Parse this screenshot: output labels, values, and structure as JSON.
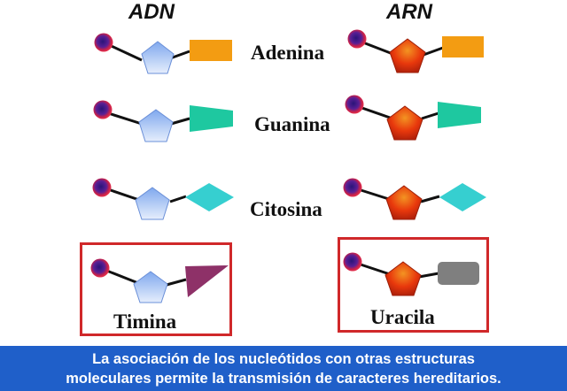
{
  "columns": {
    "dna": "ADN",
    "rna": "ARN"
  },
  "bases": {
    "adenine": "Adenina",
    "guanine": "Guanina",
    "cytosine": "Citosina",
    "thymine": "Timina",
    "uracil": "Uracila"
  },
  "caption": {
    "line1": "La asociación de los nucleótidos con otras estructuras",
    "line2": "moleculares permite la transmisión de caracteres hereditarios."
  },
  "colors": {
    "deoxyribose": "#a9c6f2",
    "ribose": "#e8380c",
    "phosphate": "#4b1a8e",
    "phosphate_ring": "#d4264a",
    "adenine": "#f39c12",
    "guanine": "#1ec8a0",
    "cytosine": "#36cfd0",
    "thymine": "#8e3168",
    "uracil": "#7f7f7f",
    "highlight": "#d0282a",
    "caption_bg": "#1f5fc9"
  }
}
